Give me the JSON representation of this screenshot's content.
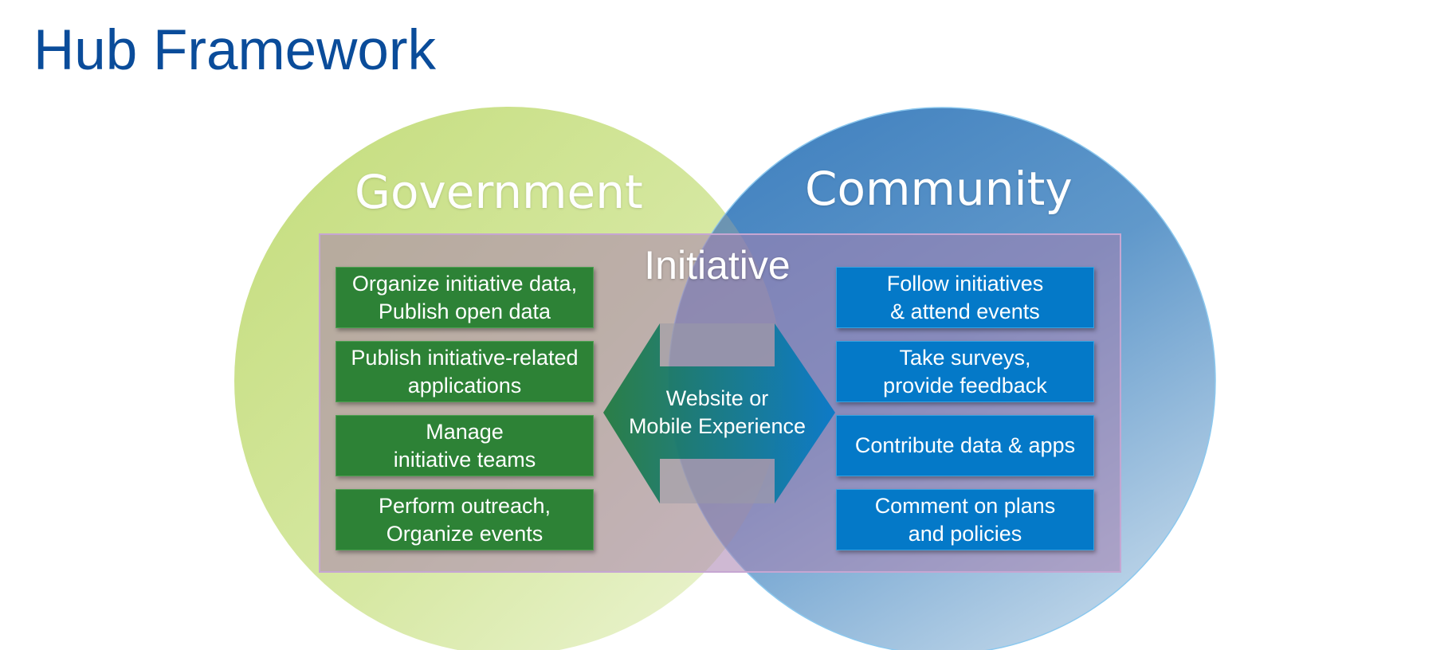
{
  "page": {
    "title": "Hub Framework"
  },
  "diagram": {
    "left_circle": {
      "label": "Government",
      "color": "#c8e08a"
    },
    "right_circle": {
      "label": "Community",
      "color": "#3f81bd"
    },
    "initiative": {
      "label": "Initiative",
      "color": "#a98bb8"
    },
    "center_arrow": {
      "label": "Website or\nMobile Experience",
      "colors": [
        "#1e7a3e",
        "#0479c8"
      ]
    },
    "government_items": [
      "Organize initiative data,\nPublish open data",
      "Publish initiative-related\napplications",
      "Manage\ninitiative teams",
      "Perform outreach,\nOrganize events"
    ],
    "community_items": [
      "Follow initiatives\n& attend events",
      "Take surveys,\nprovide feedback",
      "Contribute data & apps",
      "Comment on plans\nand policies"
    ],
    "government_item_color": "#2d8236",
    "community_item_color": "#0479c8"
  }
}
